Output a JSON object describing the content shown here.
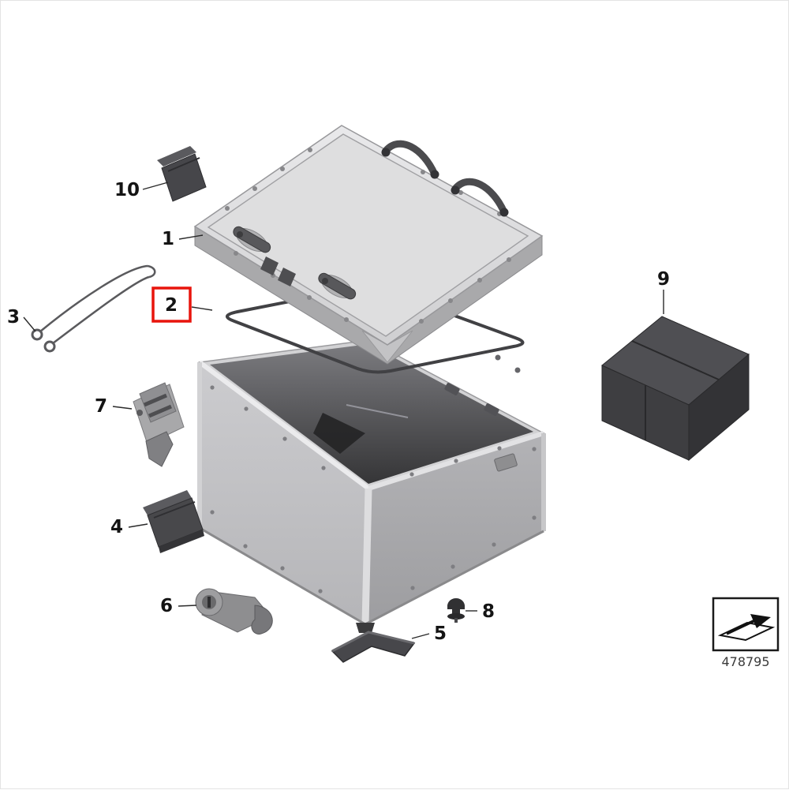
{
  "diagram": {
    "callouts": {
      "c1": "1",
      "c2": "2",
      "c3": "3",
      "c4": "4",
      "c5": "5",
      "c6": "6",
      "c7": "7",
      "c8": "8",
      "c9": "9",
      "c10": "10"
    },
    "highlighted_callout": "2",
    "highlight_color": "#e8140c",
    "part_code": "478795"
  }
}
